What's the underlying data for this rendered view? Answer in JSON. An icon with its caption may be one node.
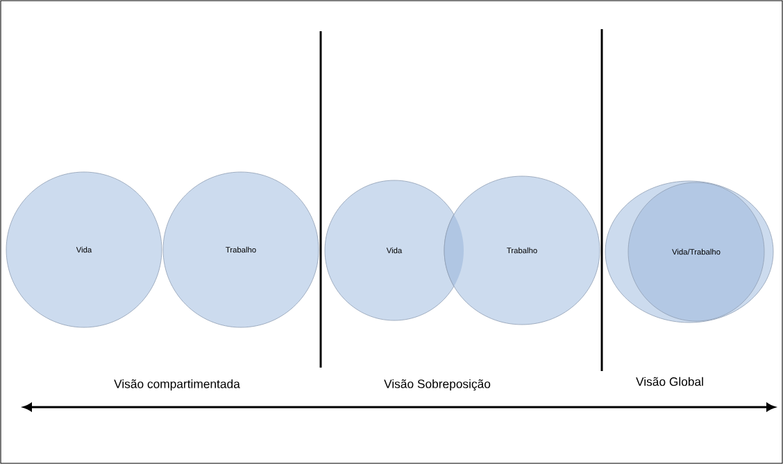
{
  "diagram": {
    "nodes": [
      {
        "text": [
          "Vida"
        ]
      },
      {
        "text": [
          "Trabalho"
        ]
      },
      {
        "text": [
          "Vida"
        ]
      },
      {
        "text": [
          "Trabalho"
        ]
      },
      {
        "text": [],
        "shape": "circle"
      },
      {
        "text": [
          "Vida/Trabalho"
        ],
        "in": 4
      }
    ],
    "labels": [
      "Visão compartimentada",
      "Visão Sobreposição",
      "Visão Global"
    ]
  }
}
